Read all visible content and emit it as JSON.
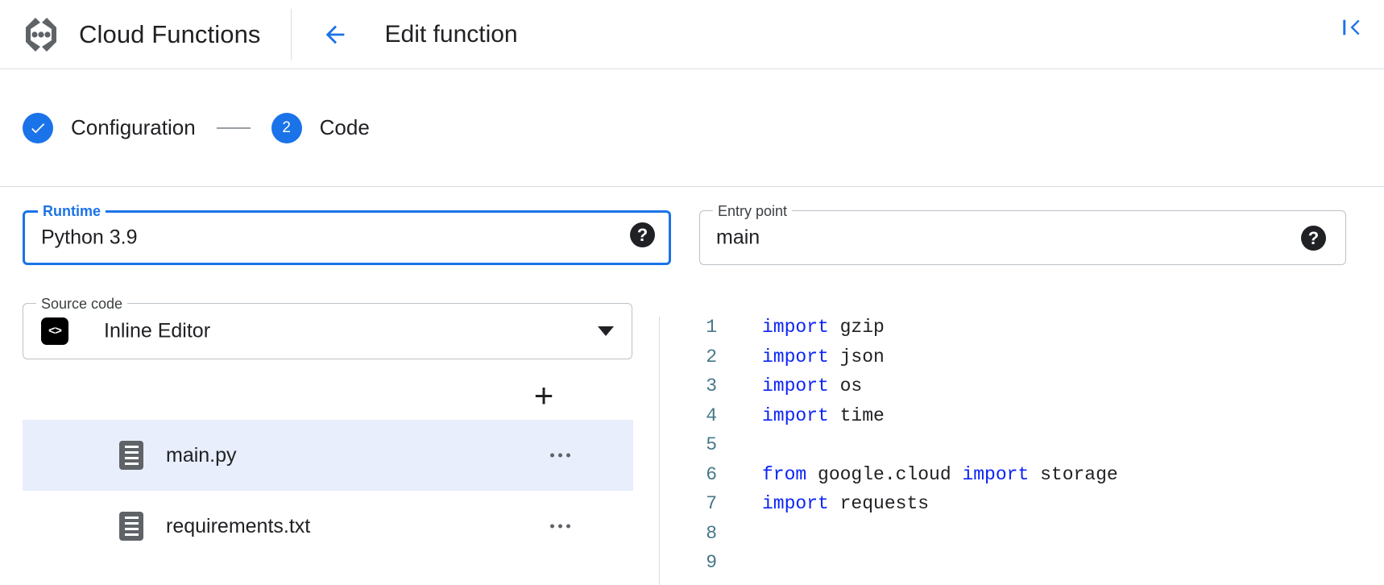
{
  "header": {
    "product_icon": "cloud-functions-icon",
    "product_title": "Cloud Functions",
    "back_icon": "arrow-left-icon",
    "page_title": "Edit function",
    "collapse_icon": "collapse-panel-icon"
  },
  "stepper": {
    "steps": [
      {
        "marker": "✓",
        "label": "Configuration",
        "state": "complete"
      },
      {
        "marker": "2",
        "label": "Code",
        "state": "active"
      }
    ]
  },
  "form": {
    "runtime": {
      "legend": "Runtime",
      "value": "Python 3.9",
      "focused": true,
      "help_glyph": "?",
      "caret_icon": "chevron-down-icon"
    },
    "entry_point": {
      "legend": "Entry point",
      "value": "main",
      "help_glyph": "?"
    },
    "source_code": {
      "legend": "Source code",
      "value": "Inline Editor",
      "icon_glyph": "<>",
      "caret_icon": "chevron-down-icon"
    }
  },
  "file_panel": {
    "add_label": "+",
    "files": [
      {
        "name": "main.py",
        "selected": true,
        "menu": "…"
      },
      {
        "name": "requirements.txt",
        "selected": false,
        "menu": "…"
      }
    ]
  },
  "editor": {
    "lines": [
      {
        "n": "1",
        "tokens": [
          {
            "t": "import",
            "c": "kw"
          },
          {
            "t": " gzip",
            "c": "txt"
          }
        ]
      },
      {
        "n": "2",
        "tokens": [
          {
            "t": "import",
            "c": "kw"
          },
          {
            "t": " json",
            "c": "txt"
          }
        ]
      },
      {
        "n": "3",
        "tokens": [
          {
            "t": "import",
            "c": "kw"
          },
          {
            "t": " os",
            "c": "txt"
          }
        ]
      },
      {
        "n": "4",
        "tokens": [
          {
            "t": "import",
            "c": "kw"
          },
          {
            "t": " time",
            "c": "txt"
          }
        ]
      },
      {
        "n": "5",
        "tokens": []
      },
      {
        "n": "6",
        "tokens": [
          {
            "t": "from",
            "c": "kw"
          },
          {
            "t": " google.cloud ",
            "c": "txt"
          },
          {
            "t": "import",
            "c": "kw"
          },
          {
            "t": " storage",
            "c": "txt"
          }
        ]
      },
      {
        "n": "7",
        "tokens": [
          {
            "t": "import",
            "c": "kw"
          },
          {
            "t": " requests",
            "c": "txt"
          }
        ]
      },
      {
        "n": "8",
        "tokens": []
      },
      {
        "n": "9",
        "tokens": []
      }
    ]
  },
  "colors": {
    "accent": "#1a73e8",
    "selected_row": "#e8eefc",
    "keyword": "#0c24f5",
    "line_number": "#46788a",
    "divider": "#dadce0"
  }
}
